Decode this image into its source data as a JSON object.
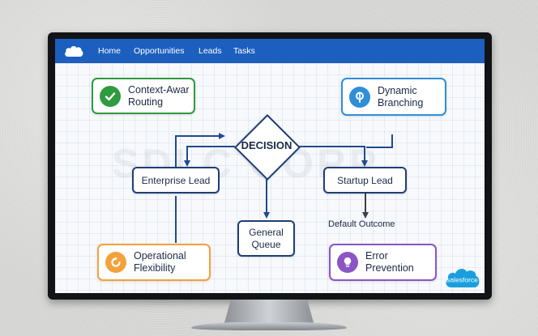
{
  "nav": {
    "items": [
      {
        "label": "Home"
      },
      {
        "label": "Opportunities"
      },
      {
        "label": "Leads"
      },
      {
        "label": "Tasks"
      }
    ]
  },
  "diagram": {
    "watermark": "SDLC CORP",
    "decision": "DECISION",
    "enterprise_lead": "Enterprise Lead",
    "startup_lead": "Startup Lead",
    "general_queue_line1": "General",
    "general_queue_line2": "Queue",
    "default_outcome": "Default Outcome",
    "cards": {
      "context": {
        "line1": "Context-Awar",
        "line2": "Routing",
        "color": "#2e9b3f",
        "icon": "check-icon"
      },
      "dynamic": {
        "line1": "Dynamic",
        "line2": "Branching",
        "color": "#2f8fd6",
        "icon": "branch-icon"
      },
      "operational": {
        "line1": "Operational",
        "line2": "Flexibility",
        "color": "#f2a23a",
        "icon": "refresh-icon"
      },
      "error": {
        "line1": "Error",
        "line2": "Prevention",
        "color": "#8a55c4",
        "icon": "lightbulb-icon"
      }
    },
    "edge_color": "#1f4a8f",
    "brand_logo_text": "salesforce"
  },
  "colors": {
    "navbar": "#1c5fbf",
    "bezel": "#121316"
  }
}
